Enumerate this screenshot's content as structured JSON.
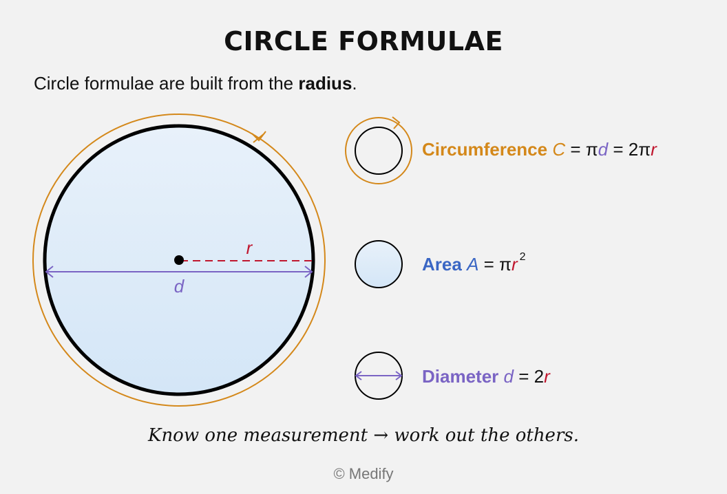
{
  "title": "CIRCLE FORMULAE",
  "subtitle": {
    "prefix": "Circle formulae are built from the ",
    "bold": "radius",
    "suffix": "."
  },
  "diagram": {
    "radius_label": "r",
    "diameter_label": "d"
  },
  "formulas": {
    "circumference": {
      "name": "Circumference",
      "symbol": "C",
      "eq1": " = π",
      "var1": "d",
      "eq2": " = 2π",
      "var2": "r",
      "color": "#d4881a"
    },
    "area": {
      "name": "Area",
      "symbol": "A",
      "eq1": " = π",
      "var1": "r",
      "exp": "2",
      "color": "#3a66c4"
    },
    "diameter": {
      "name": "Diameter",
      "symbol": "d",
      "eq1": " = 2",
      "var1": "r",
      "color": "#7a64c4"
    }
  },
  "colors": {
    "radius": "#c0162e",
    "diameter": "#7a64c4",
    "circumference": "#d4881a",
    "area": "#3a66c4",
    "fill": "#dfecf8"
  },
  "footer_note": "Know one measurement → work out the others.",
  "copyright": "© Medify"
}
